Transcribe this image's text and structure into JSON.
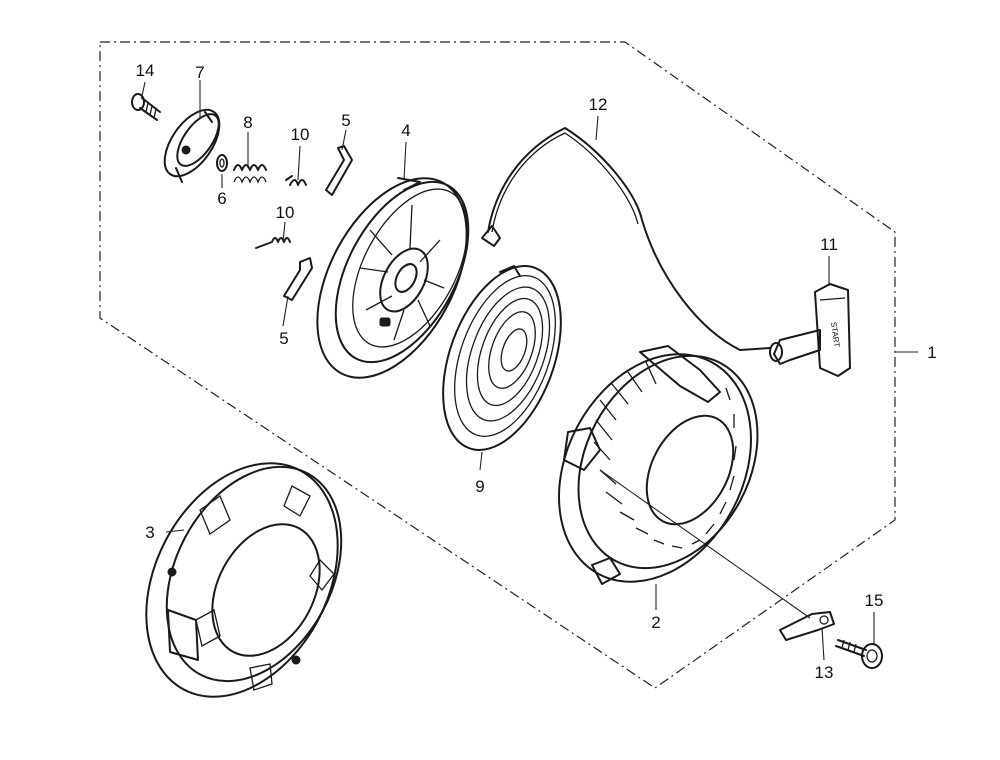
{
  "callouts": {
    "c1": "1",
    "c2": "2",
    "c3": "3",
    "c4": "4",
    "c5a": "5",
    "c5b": "5",
    "c6": "6",
    "c7": "7",
    "c8": "8",
    "c9": "9",
    "c10a": "10",
    "c10b": "10",
    "c11": "11",
    "c12": "12",
    "c13": "13",
    "c14": "14",
    "c15": "15"
  },
  "handle_text": "START",
  "line_color": "#1a1a1a"
}
